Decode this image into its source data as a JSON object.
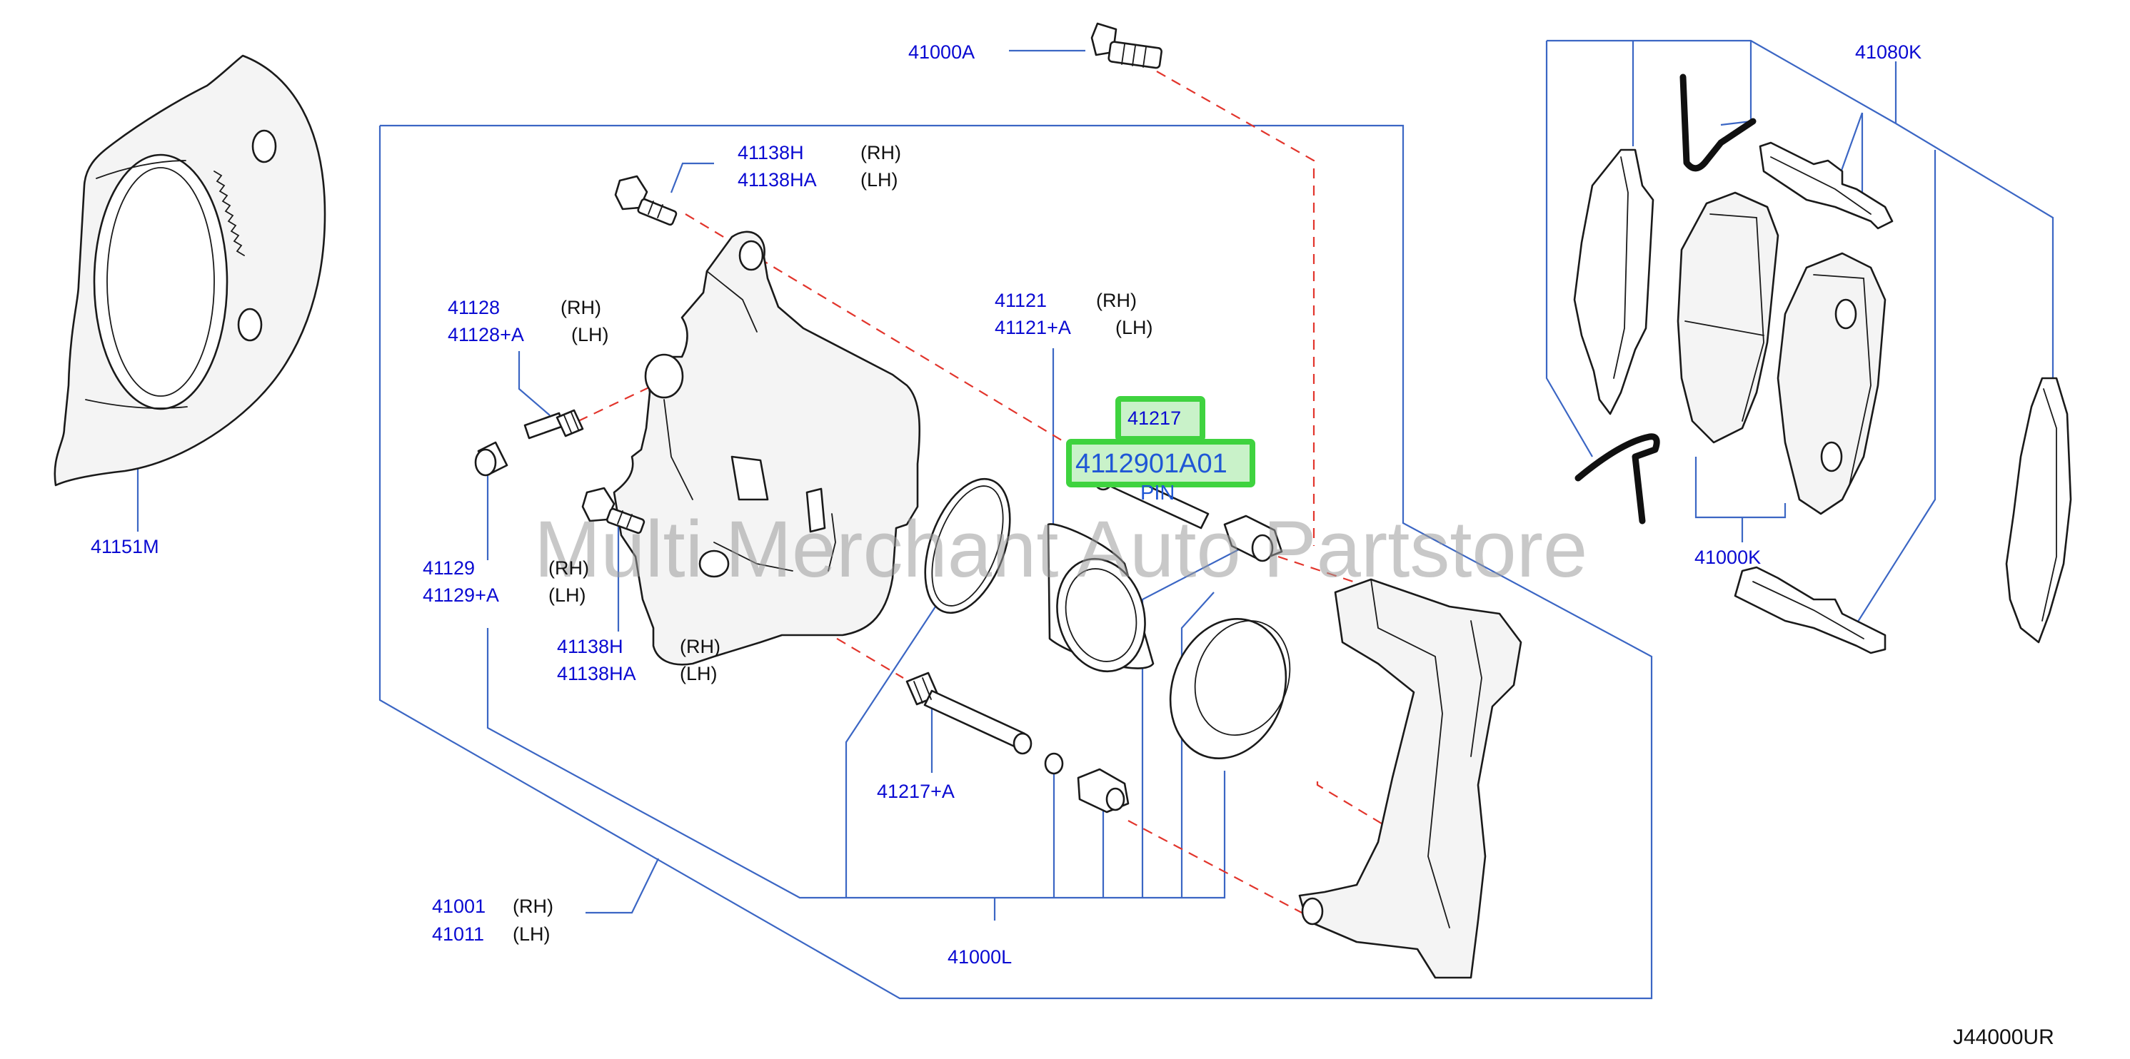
{
  "diagram": {
    "ref_code": "J44000UR",
    "watermark": "Multi Merchant Auto Partstore",
    "highlighted": {
      "part_number": "41217",
      "part_code": "4112901A01",
      "name": "PIN"
    },
    "parts": [
      {
        "id": "41000A"
      },
      {
        "id": "41080K"
      },
      {
        "id": "41138H",
        "side": "(RH)"
      },
      {
        "id": "41138HA",
        "side": "(LH)"
      },
      {
        "id": "41128",
        "side": "(RH)"
      },
      {
        "id": "41128+A",
        "side": "(LH)"
      },
      {
        "id": "41121",
        "side": "(RH)"
      },
      {
        "id": "41121+A",
        "side": "(LH)"
      },
      {
        "id": "41151M"
      },
      {
        "id": "41129",
        "side": "(RH)"
      },
      {
        "id": "41129+A",
        "side": "(LH)"
      },
      {
        "id": "41138H",
        "side": "(RH)"
      },
      {
        "id": "41138HA",
        "side": "(LH)"
      },
      {
        "id": "41000K"
      },
      {
        "id": "41217+A"
      },
      {
        "id": "41001",
        "side": "(RH)"
      },
      {
        "id": "41011",
        "side": "(LH)"
      },
      {
        "id": "41000L"
      }
    ]
  }
}
